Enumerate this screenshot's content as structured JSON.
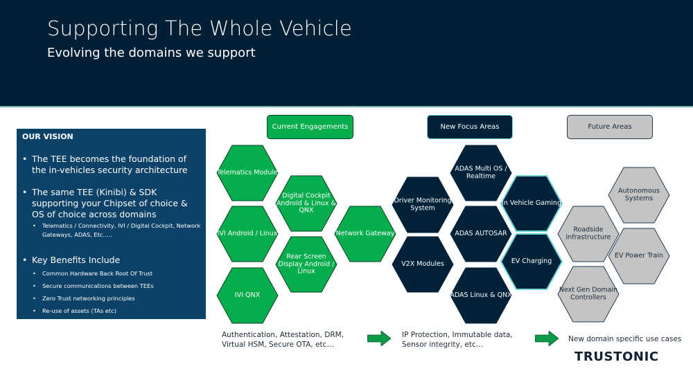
{
  "header": {
    "title": "Supporting The Whole Vehicle",
    "subtitle": "Evolving the domains we support"
  },
  "vision": {
    "heading": "OUR VISION",
    "bullets": [
      "The TEE becomes the foundation of the in-vehicles security architecture",
      "The same TEE (Kinibi) & SDK supporting your Chipset of choice & OS of choice across domains"
    ],
    "domain_sub": "Telematics / Connectivity,  IVI / Digital Cockpit, Network Gateways, ADAS, Etc…..",
    "benefits_heading": "Key Benefits Include",
    "benefits": [
      "Common Hardware Back Root Of Trust",
      "Secure communications between TEEs",
      "Zero Trust networking principles",
      "Re-use of assets (TAs etc)"
    ]
  },
  "categories": {
    "current": "Current Engagements",
    "new": "New Focus Areas",
    "future": "Future Areas"
  },
  "colors": {
    "current": "#06ad4d",
    "new": "#02223a",
    "future": "#c4c4c4",
    "header": "#021f36",
    "vision": "#0d4268",
    "teal_outline": "#6fd6d6"
  },
  "hexagons": [
    {
      "group": "current",
      "label": "Telematics Module"
    },
    {
      "group": "current",
      "label": "IVI Android / Linux"
    },
    {
      "group": "current",
      "label": "IVI QNX"
    },
    {
      "group": "current",
      "label": "Digital Cockpit Android & Linux & QNX"
    },
    {
      "group": "current",
      "label": "Rear Screen Display Android / Linux"
    },
    {
      "group": "current",
      "label": "Network Gateway"
    },
    {
      "group": "new",
      "label": "Driver Monitoring System"
    },
    {
      "group": "new",
      "label": "V2X Modules"
    },
    {
      "group": "new",
      "label": "ADAS Multi OS / Realtime"
    },
    {
      "group": "new",
      "label": "ADAS AUTOSAR"
    },
    {
      "group": "new",
      "label": "ADAS Linux & QNX"
    },
    {
      "group": "new",
      "label": "In Vehicle Gaming"
    },
    {
      "group": "new",
      "label": "EV Charging"
    },
    {
      "group": "future",
      "label": "Roadside Infrastructure"
    },
    {
      "group": "future",
      "label": "Next Gen Domain Controllers"
    },
    {
      "group": "future",
      "label": "Autonomous Systems"
    },
    {
      "group": "future",
      "label": "EV Power Train"
    }
  ],
  "footer": {
    "current_uses": [
      "Authentication, Attestation, DRM,",
      "Virtual HSM, Secure OTA, etc…"
    ],
    "new_uses": [
      "IP Protection, Immutable data,",
      "Sensor integrity, etc…"
    ],
    "future_uses": "New domain specific use cases",
    "logo": "TRUSTONIC"
  }
}
